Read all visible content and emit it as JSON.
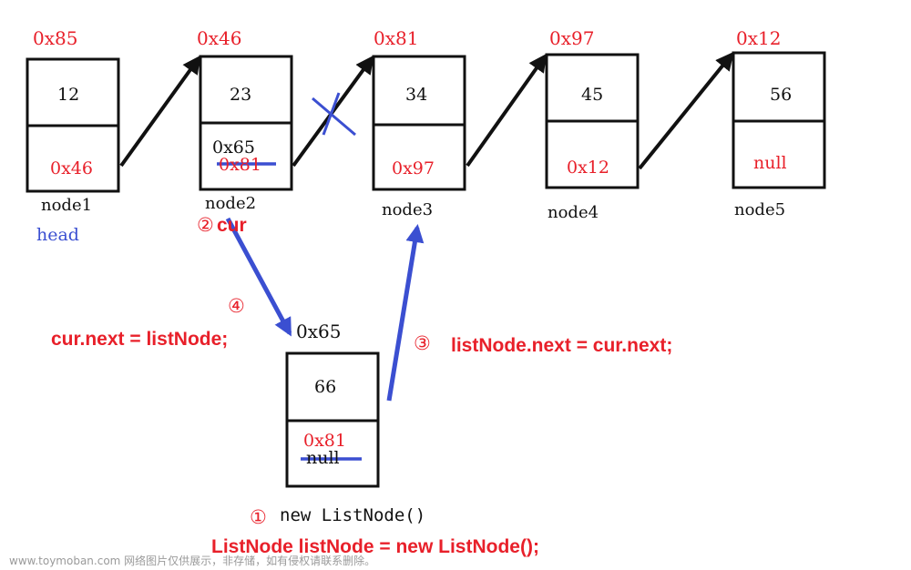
{
  "colors": {
    "red": "#e8202a",
    "blue": "#3b4fd1",
    "black": "#111111"
  },
  "nodes": [
    {
      "id": "node1",
      "address": "0x85",
      "value": "12",
      "next": "0x46",
      "label": "node1"
    },
    {
      "id": "node2",
      "address": "0x46",
      "value": "23",
      "next_new": "0x65",
      "next_old": "0x81",
      "label": "node2"
    },
    {
      "id": "node3",
      "address": "0x81",
      "value": "34",
      "next": "0x97",
      "label": "node3"
    },
    {
      "id": "node4",
      "address": "0x97",
      "value": "45",
      "next": "0x12",
      "label": "node4"
    },
    {
      "id": "node5",
      "address": "0x12",
      "value": "56",
      "next": "null",
      "label": "node5"
    }
  ],
  "head_label": "head",
  "cur_marker": {
    "step": "②",
    "text": "cur"
  },
  "new_node": {
    "address": "0x65",
    "value": "66",
    "next_new": "0x81",
    "next_old": "null"
  },
  "steps": [
    {
      "number": "①",
      "text": "new ListNode()"
    },
    {
      "number": "③",
      "text": "listNode.next = cur.next;"
    },
    {
      "number": "④",
      "text": "cur.next = listNode;"
    }
  ],
  "code_line": "ListNode listNode = new ListNode();",
  "watermark": "www.toymoban.com 网络图片仅供展示，非存储，如有侵权请联系删除。"
}
